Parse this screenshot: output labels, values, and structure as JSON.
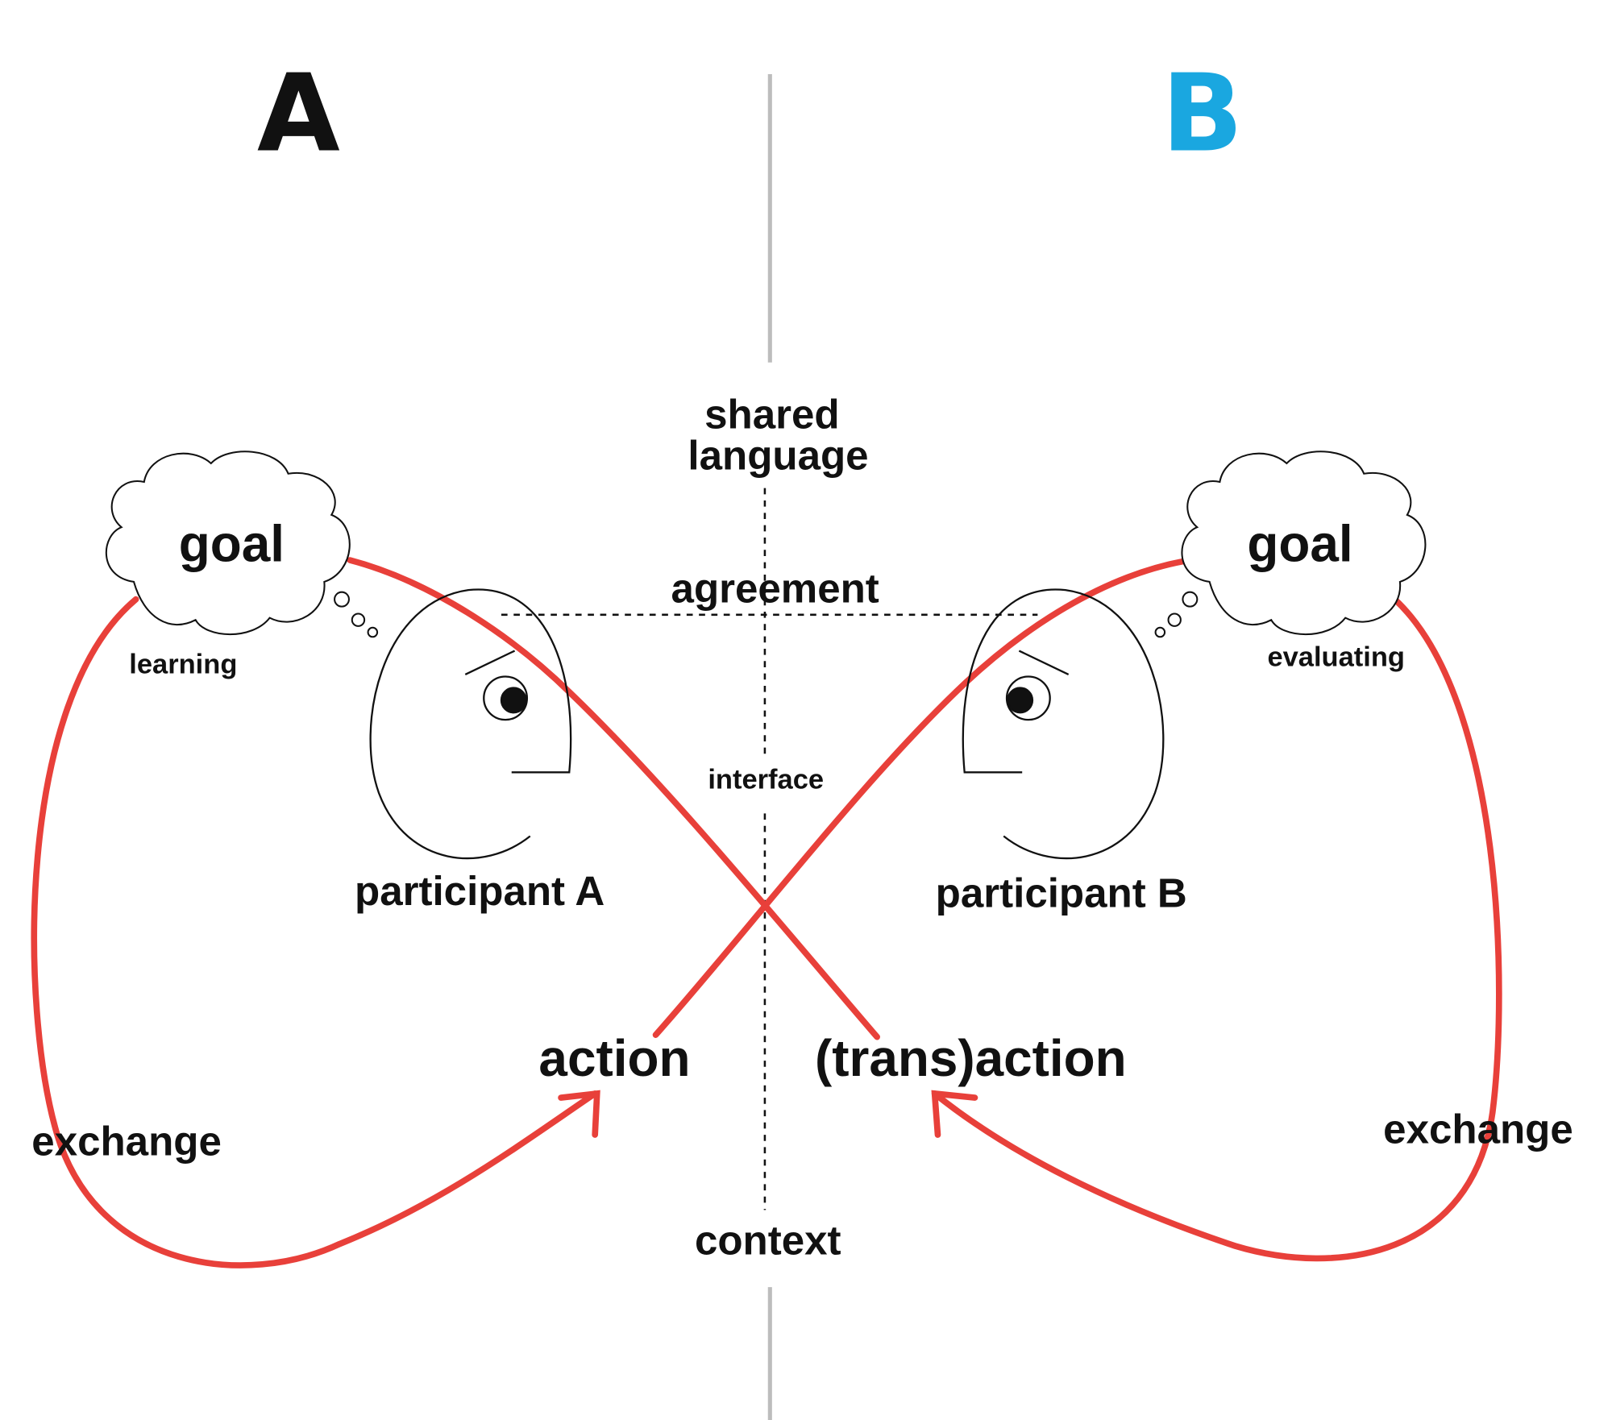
{
  "header": {
    "label_a": "A",
    "label_b": "B"
  },
  "colors": {
    "ink": "#111111",
    "accent_red": "#e8403a",
    "accent_blue": "#1aa7e0",
    "divider": "#bdbdbd"
  },
  "center": {
    "shared_language": [
      "shared",
      "language"
    ],
    "agreement": "agreement",
    "interface": "interface",
    "context": "context"
  },
  "left": {
    "goal": "goal",
    "learning": "learning",
    "participant": "participant A",
    "action": "action",
    "exchange": "exchange",
    "head_icon": "head-profile-icon",
    "cloud_icon": "thought-cloud-icon"
  },
  "right": {
    "goal": "goal",
    "evaluating": "evaluating",
    "participant": "participant B",
    "action": "(trans)action",
    "exchange": "exchange",
    "head_icon": "head-profile-icon",
    "cloud_icon": "thought-cloud-icon"
  }
}
